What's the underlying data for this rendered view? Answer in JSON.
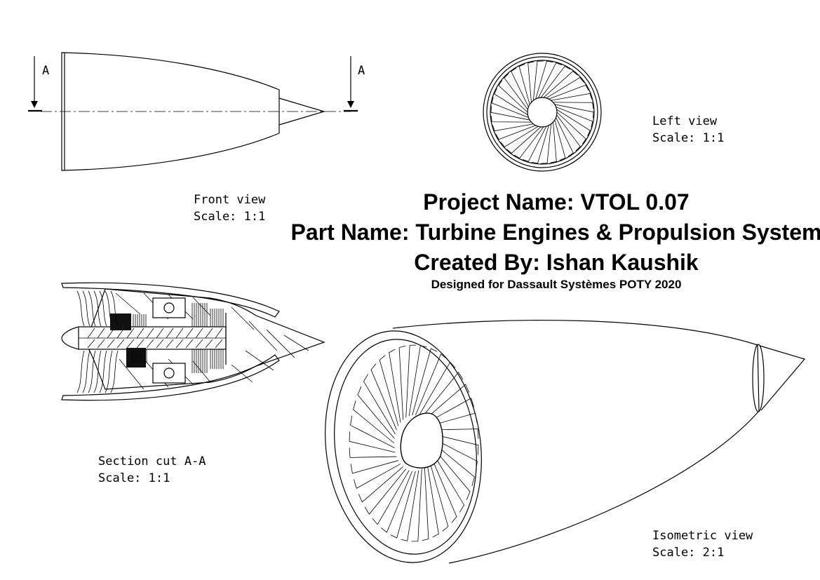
{
  "title_block": {
    "project_name": "Project Name: VTOL 0.07",
    "part_name": "Part Name: Turbine Engines & Propulsion System",
    "created_by": "Created By: Ishan Kaushik",
    "designed_for": "Designed for Dassault Systèmes POTY 2020"
  },
  "views": {
    "front": {
      "label": "Front view",
      "scale": "Scale:  1:1",
      "section_marker": "A"
    },
    "left": {
      "label": "Left view",
      "scale": "Scale:  1:1"
    },
    "section": {
      "label": "Section cut A-A",
      "scale": "Scale:  1:1"
    },
    "isometric": {
      "label": "Isometric view",
      "scale": "Scale:  2:1"
    }
  }
}
